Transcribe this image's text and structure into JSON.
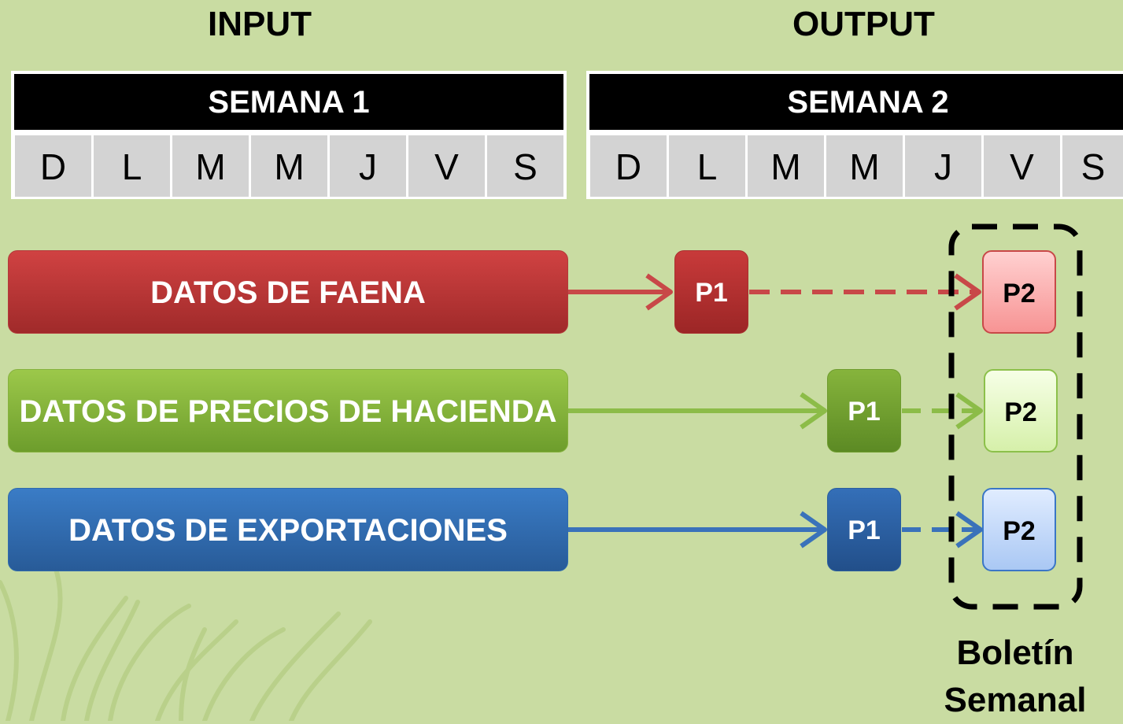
{
  "headings": {
    "input": "INPUT",
    "output": "OUTPUT"
  },
  "week1": {
    "title": "SEMANA 1",
    "days": [
      "D",
      "L",
      "M",
      "M",
      "J",
      "V",
      "S"
    ]
  },
  "week2": {
    "title": "SEMANA 2",
    "days": [
      "D",
      "L",
      "M",
      "M",
      "J",
      "V",
      "S"
    ]
  },
  "rows": [
    {
      "label": "DATOS DE FAENA",
      "p1": "P1",
      "p2": "P2",
      "color": "#c84040"
    },
    {
      "label": "DATOS DE PRECIOS DE HACIENDA",
      "p1": "P1",
      "p2": "P2",
      "color": "#8cbc48"
    },
    {
      "label": "DATOS DE EXPORTACIONES",
      "p1": "P1",
      "p2": "P2",
      "color": "#3a72ba"
    }
  ],
  "caption": {
    "line1": "Boletín",
    "line2": "Semanal"
  }
}
